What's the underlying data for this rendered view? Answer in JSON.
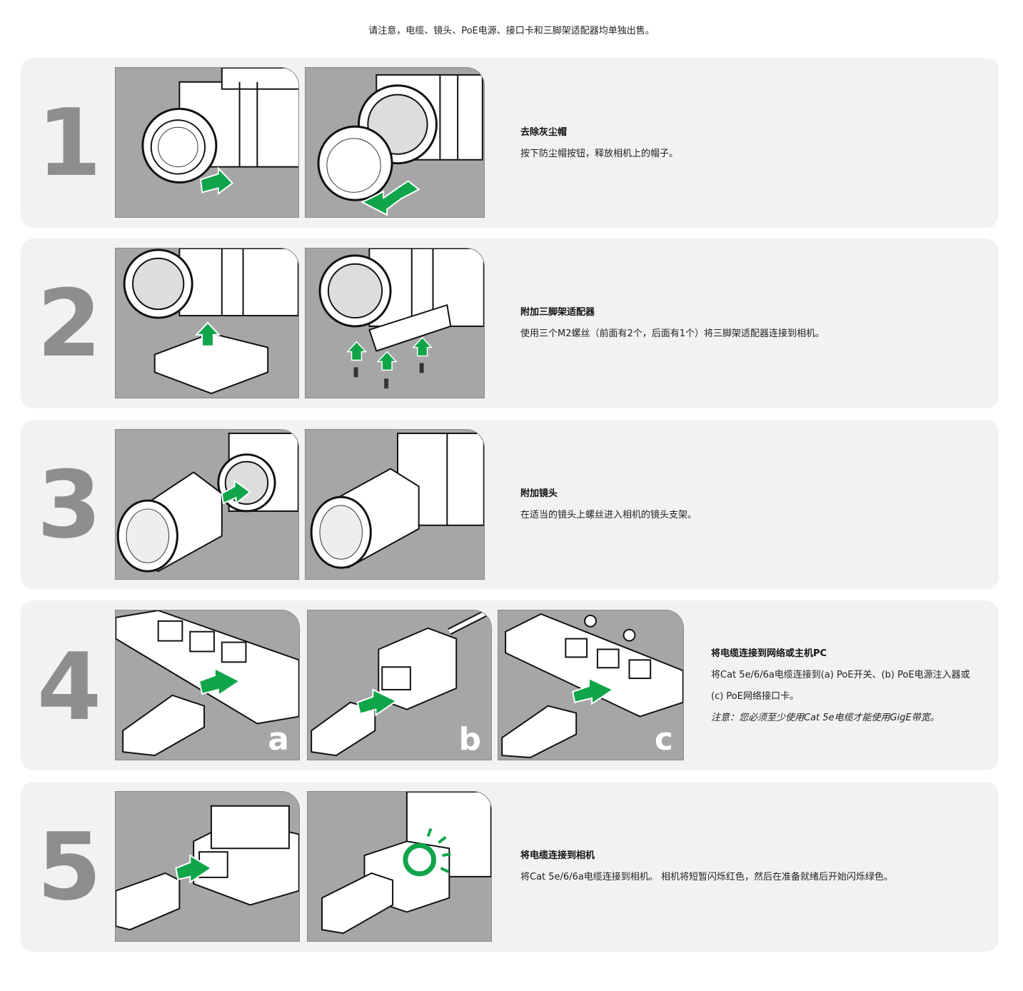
{
  "notice": "请注意，电缆、镜头、PoE电源、接口卡和三脚架适配器均单独出售。",
  "colors": {
    "card_bg": "#f2f2f2",
    "panel_bg": "#a6a6a6",
    "step_number": "#8e8e8e",
    "arrow_green": "#10a54a"
  },
  "steps": [
    {
      "number": "1",
      "title": "去除灰尘帽",
      "desc": "按下防尘帽按钮，释放相机上的帽子。",
      "illustrations": [
        "camera-dust-cap-press-illustration",
        "camera-dust-cap-remove-illustration"
      ]
    },
    {
      "number": "2",
      "title": "附加三脚架适配器",
      "desc": "使用三个M2螺丝（前面有2个，后面有1个）将三脚架适配器连接到相机。",
      "illustrations": [
        "tripod-adapter-align-illustration",
        "tripod-adapter-screws-illustration"
      ]
    },
    {
      "number": "3",
      "title": "附加镜头",
      "desc": "在适当的镜头上螺丝进入相机的镜头支架。",
      "illustrations": [
        "lens-align-illustration",
        "lens-attached-illustration"
      ]
    },
    {
      "number": "4",
      "title": "将电缆连接到网络或主机PC",
      "desc_line1": "将Cat 5e/6/6a电缆连接到(a) PoE开关、(b) PoE电源注入器或",
      "desc_line2": "(c) PoE网络接口卡。",
      "note": "注意：您必须至少使用Cat 5e电缆才能使用GigE带宽。",
      "panel_labels": [
        "a",
        "b",
        "c"
      ],
      "illustrations": [
        "poe-switch-illustration",
        "poe-injector-illustration",
        "poe-nic-illustration"
      ]
    },
    {
      "number": "5",
      "title": "将电缆连接到相机",
      "desc": "将Cat 5e/6/6a电缆连接到相机。 相机将短暂闪烁红色，然后在准备就绪后开始闪烁绿色。",
      "illustrations": [
        "camera-cable-connect-illustration",
        "camera-led-blink-illustration"
      ]
    }
  ]
}
